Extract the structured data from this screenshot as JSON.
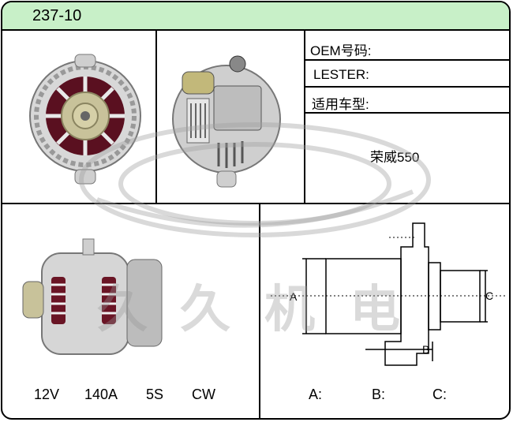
{
  "title": "237-10",
  "fields": {
    "oem_label": "OEM号码:",
    "lester_label": "LESTER:",
    "vehicle_label": "适用车型:",
    "vehicle_value": "荣威550"
  },
  "specs": {
    "voltage": "12V",
    "current": "140A",
    "pulley": "5S",
    "rotation": "CW"
  },
  "dimensions": {
    "a_label": "A:",
    "b_label": "B:",
    "c_label": "C:",
    "diagram_a": "A",
    "diagram_b": "B",
    "diagram_c": "C"
  },
  "watermark": [
    "久",
    "久",
    "机",
    "电"
  ],
  "colors": {
    "header_bg": "#c8f0c8",
    "border": "#000000"
  }
}
